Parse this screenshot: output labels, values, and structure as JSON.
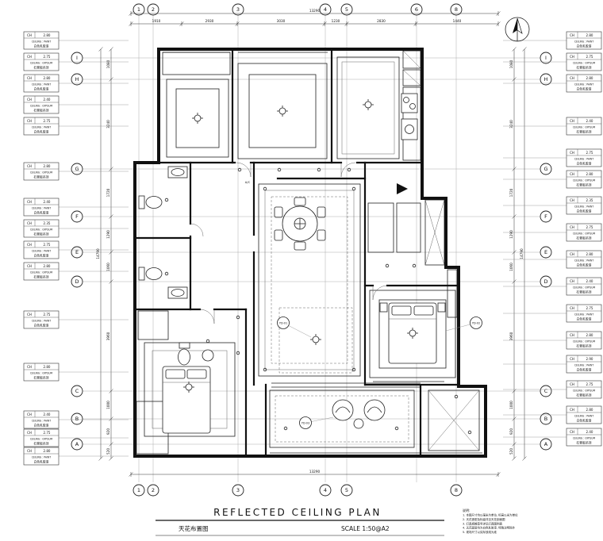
{
  "drawing": {
    "title": "REFLECTED CEILING PLAN",
    "subtitle_cn": "天花布置图",
    "scale_label": "SCALE   1:50@A2"
  },
  "grid": {
    "top_bubbles": [
      "1",
      "2",
      "3",
      "4",
      "5",
      "6",
      "8"
    ],
    "bottom_bubbles": [
      "1",
      "2",
      "3",
      "4",
      "5",
      "8"
    ],
    "left_bubbles": [
      "I",
      "H",
      "G",
      "F",
      "E",
      "D",
      "C",
      "B",
      "A"
    ],
    "right_bubbles": [
      "I",
      "H",
      "G",
      "F",
      "E",
      "D",
      "C",
      "B",
      "A"
    ]
  },
  "dimensions": {
    "top_total": "13290",
    "top_segments": [
      "1910",
      "2930",
      "3030",
      "1230",
      "2830",
      "1440"
    ],
    "bottom_total": "13290",
    "left_total": "14790",
    "left_segments": [
      "1080",
      "3240",
      "1720",
      "1290",
      "1060",
      "3960",
      "1000",
      "920",
      "520"
    ],
    "right_total": "14790",
    "right_segments": [
      "1080",
      "3240",
      "1720",
      "1290",
      "1060",
      "3960",
      "1000",
      "920",
      "520"
    ]
  },
  "callout_code": "CH",
  "callouts": {
    "left": [
      {
        "v": "2.80",
        "t": "CEILING : PAINT",
        "s": "白色乳胶漆"
      },
      {
        "v": "2.75",
        "t": "CEILING : GYPSUM",
        "s": "石膏板吊顶"
      },
      {
        "v": "2.80",
        "t": "CEILING : PAINT",
        "s": "白色乳胶漆"
      },
      {
        "v": "2.40",
        "t": "CEILING : GYPSUM",
        "s": "石膏板吊顶"
      },
      {
        "v": "2.75",
        "t": "CEILING : PAINT",
        "s": "白色乳胶漆"
      },
      {
        "v": "2.80",
        "t": "CEILING : GYPSUM",
        "s": "石膏板吊顶"
      },
      {
        "v": "2.40",
        "t": "CEILING : PAINT",
        "s": "白色乳胶漆"
      },
      {
        "v": "2.35",
        "t": "CEILING : GYPSUM",
        "s": "石膏板吊顶"
      },
      {
        "v": "2.75",
        "t": "CEILING : PAINT",
        "s": "白色乳胶漆"
      },
      {
        "v": "2.80",
        "t": "CEILING : GYPSUM",
        "s": "石膏板吊顶"
      },
      {
        "v": "2.75",
        "t": "CEILING : PAINT",
        "s": "白色乳胶漆"
      },
      {
        "v": "2.80",
        "t": "CEILING : GYPSUM",
        "s": "石膏板吊顶"
      },
      {
        "v": "2.40",
        "t": "CEILING : PAINT",
        "s": "白色乳胶漆"
      },
      {
        "v": "2.75",
        "t": "CEILING : GYPSUM",
        "s": "石膏板吊顶"
      },
      {
        "v": "2.80",
        "t": "CEILING : PAINT",
        "s": "白色乳胶漆"
      }
    ],
    "right": [
      {
        "v": "2.80",
        "t": "CEILING : PAINT",
        "s": "白色乳胶漆"
      },
      {
        "v": "2.75",
        "t": "CEILING : GYPSUM",
        "s": "石膏板吊顶"
      },
      {
        "v": "2.80",
        "t": "CEILING : PAINT",
        "s": "白色乳胶漆"
      },
      {
        "v": "2.40",
        "t": "CEILING : GYPSUM",
        "s": "石膏板吊顶"
      },
      {
        "v": "2.75",
        "t": "CEILING : PAINT",
        "s": "白色乳胶漆"
      },
      {
        "v": "2.80",
        "t": "CEILING : GYPSUM",
        "s": "石膏板吊顶"
      },
      {
        "v": "2.35",
        "t": "CEILING : PAINT",
        "s": "白色乳胶漆"
      },
      {
        "v": "2.75",
        "t": "CEILING : GYPSUM",
        "s": "石膏板吊顶"
      },
      {
        "v": "2.80",
        "t": "CEILING : PAINT",
        "s": "白色乳胶漆"
      },
      {
        "v": "2.40",
        "t": "CEILING : GYPSUM",
        "s": "石膏板吊顶"
      },
      {
        "v": "2.75",
        "t": "CEILING : PAINT",
        "s": "白色乳胶漆"
      },
      {
        "v": "2.80",
        "t": "CEILING : GYPSUM",
        "s": "石膏板吊顶"
      },
      {
        "v": "2.90",
        "t": "CEILING : PAINT",
        "s": "白色乳胶漆"
      },
      {
        "v": "2.75",
        "t": "CEILING : GYPSUM",
        "s": "石膏板吊顶"
      },
      {
        "v": "2.80",
        "t": "CEILING : PAINT",
        "s": "白色乳胶漆"
      },
      {
        "v": "2.40",
        "t": "CEILING : GYPSUM",
        "s": "石膏板吊顶"
      }
    ]
  },
  "fixture_tags": [
    "YD-01",
    "YD-02",
    "YD-03"
  ],
  "plan_labels": {
    "ac": "A/C"
  },
  "notes": {
    "title": "说明:",
    "lines": [
      "1. 本图尺寸均以毫米为单位, 标高以米为单位",
      "2. 天花造型及标高详见天花剖面图",
      "3. 灯具规格型号详见灯具图例表",
      "4. 天花面层均为白色乳胶漆, 特殊注明除外",
      "5. 现场尺寸以实际放线为准"
    ]
  }
}
